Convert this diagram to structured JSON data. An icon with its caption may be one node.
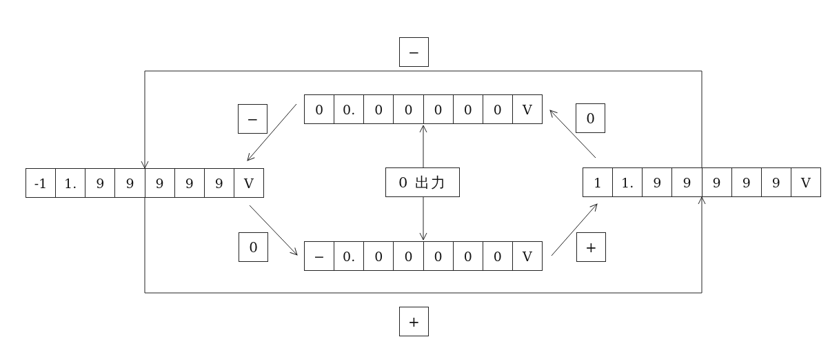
{
  "diagram": {
    "nodes": [
      {
        "text": [
          "0",
          "0.",
          "0",
          "0",
          "0",
          "0",
          "0",
          "V"
        ]
      },
      {
        "text": [
          "-1",
          "1.",
          "9",
          "9",
          "9",
          "9",
          "9",
          "V"
        ]
      },
      {
        "text": [
          "−",
          "0.",
          "0",
          "0",
          "0",
          "0",
          "0",
          "V"
        ]
      },
      {
        "text": [
          "1",
          "1.",
          "9",
          "9",
          "9",
          "9",
          "9",
          "V"
        ]
      },
      {
        "text": [
          "0 出力"
        ]
      }
    ],
    "edges": [
      {
        "from": 0,
        "to": 1,
        "arrow": "to",
        "label": "−"
      },
      {
        "from": 1,
        "to": 2,
        "arrow": "to",
        "label": "0"
      },
      {
        "from": 2,
        "to": 3,
        "arrow": "to",
        "label": "+"
      },
      {
        "from": 3,
        "to": 0,
        "arrow": "to",
        "label": "0"
      },
      {
        "from": 4,
        "to": 0,
        "arrow": "to"
      },
      {
        "from": 4,
        "to": 2,
        "arrow": "to"
      },
      {
        "from": 3,
        "to": 1,
        "arrow": "to",
        "label": "−"
      },
      {
        "from": 1,
        "to": 3,
        "arrow": "to",
        "label": "+"
      }
    ]
  }
}
